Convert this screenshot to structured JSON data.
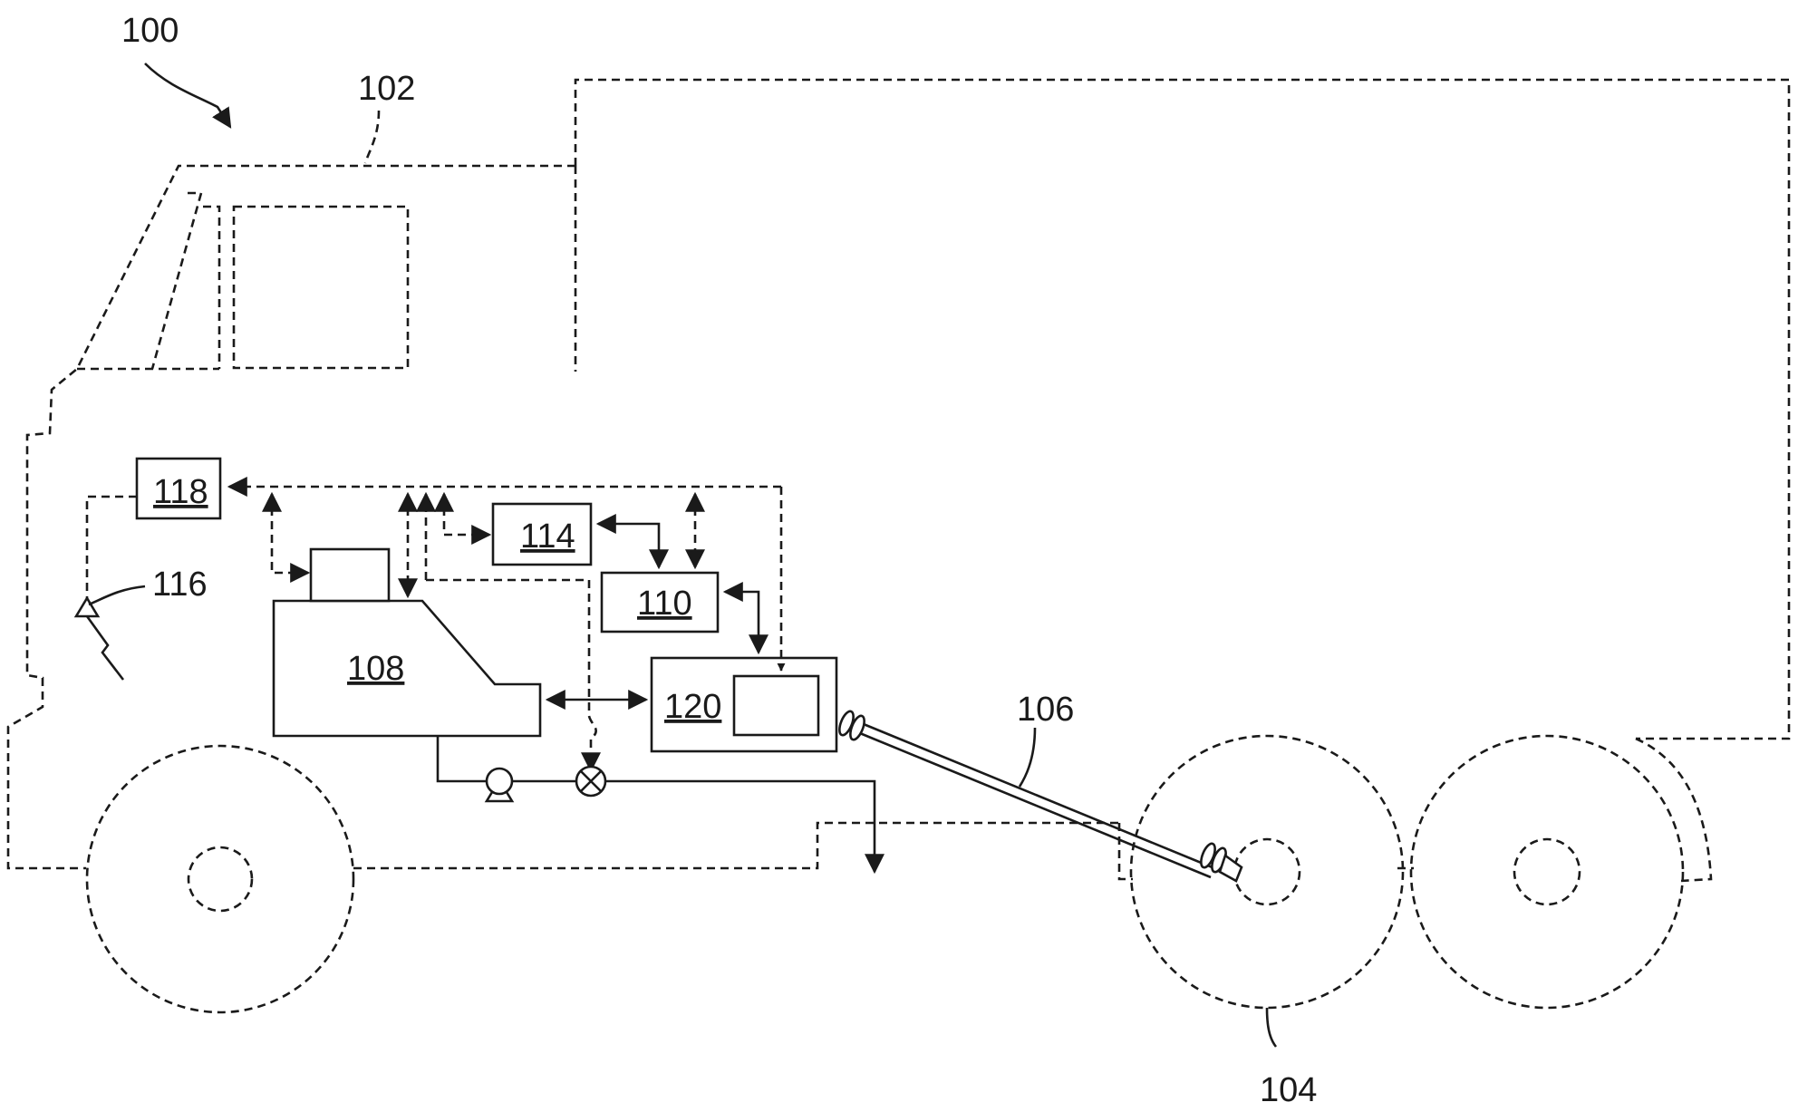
{
  "labels": {
    "system": "100",
    "vehicle_body": "102",
    "wheel": "104",
    "driveshaft": "106",
    "engine": "108",
    "controller": "110",
    "unit_114": "114",
    "antenna": "116",
    "transceiver": "118",
    "transmission": "120"
  },
  "colors": {
    "line": "#1a1a1a",
    "background": "#ffffff"
  }
}
